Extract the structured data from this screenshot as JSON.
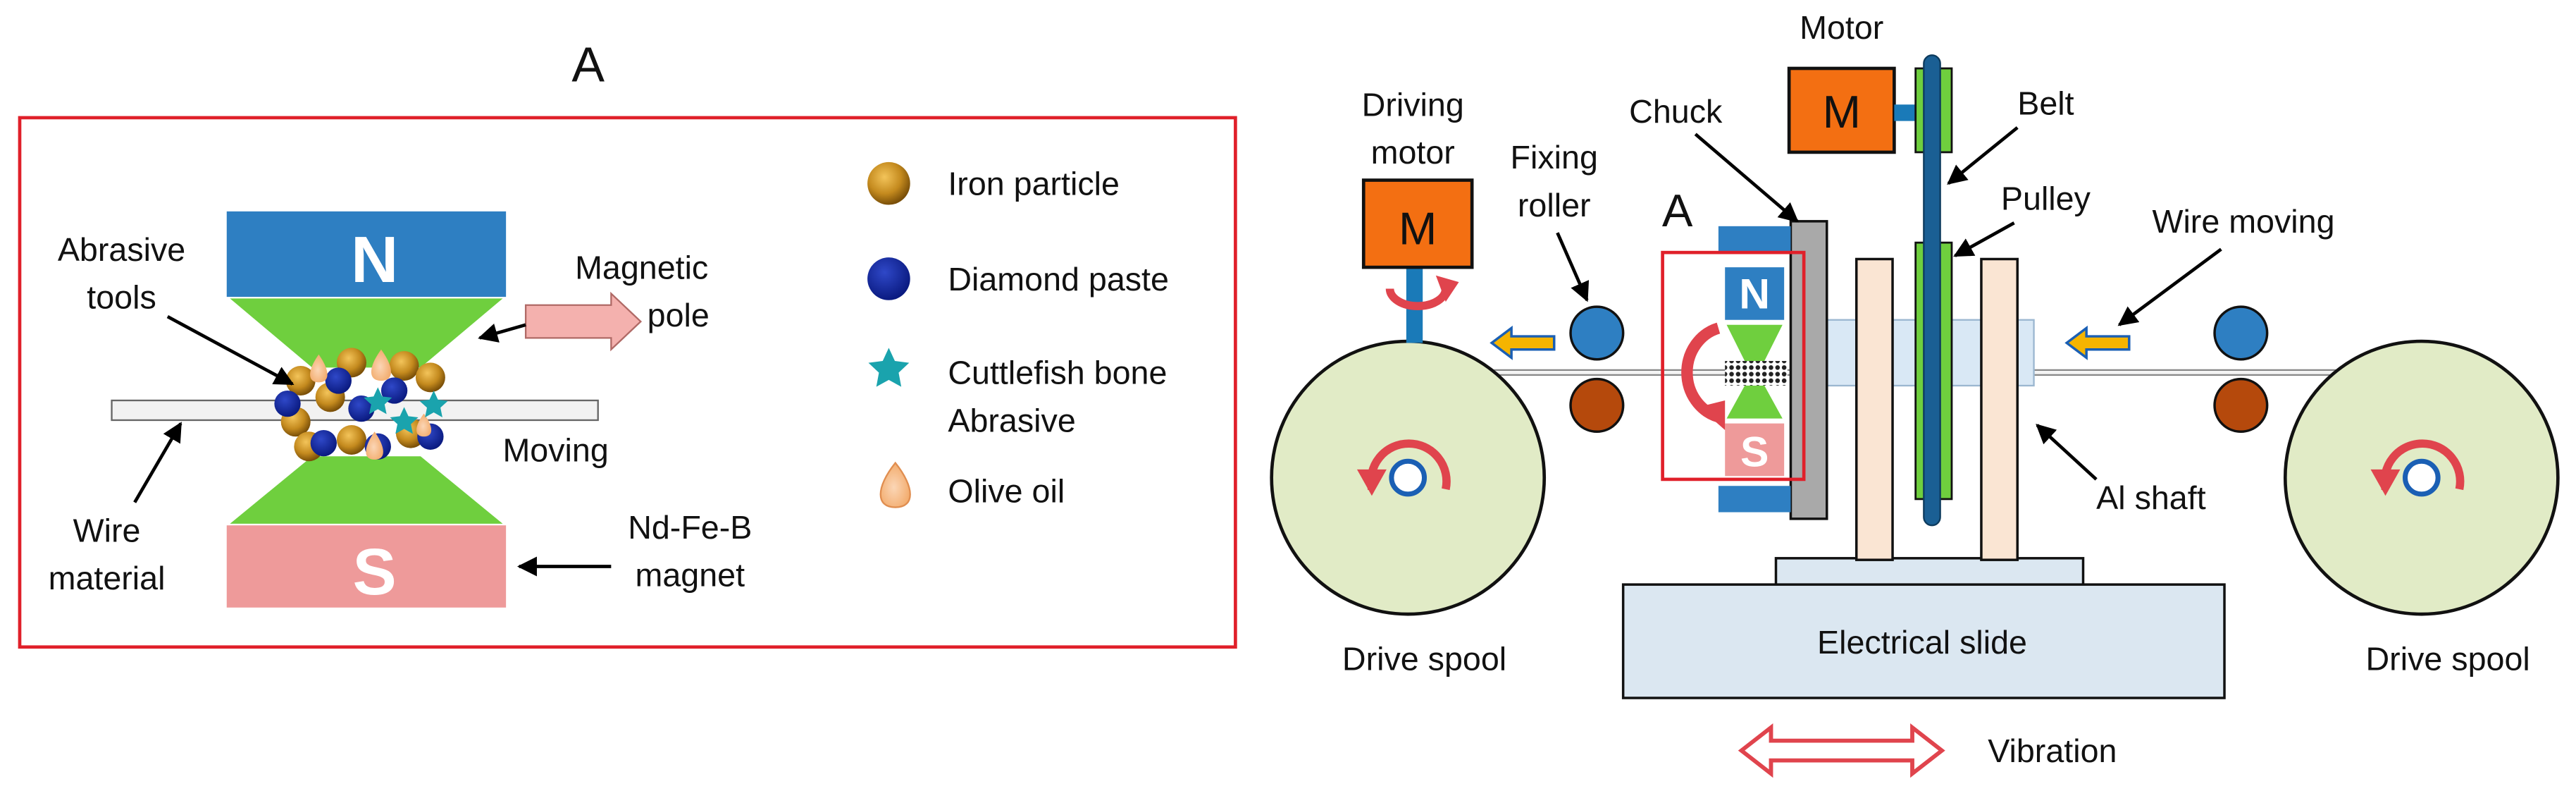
{
  "panel_a": {
    "title": "A",
    "north_pole": "N",
    "south_pole": "S",
    "abrasive_tools_line1": "Abrasive",
    "abrasive_tools_line2": "tools",
    "magnetic_pole_line1": "Magnetic",
    "magnetic_pole_line2": "pole",
    "moving": "Moving",
    "wire_material_line1": "Wire",
    "wire_material_line2": "material",
    "magnet_line1": "Nd-Fe-B",
    "magnet_line2": "magnet",
    "legend": {
      "iron_particle": "Iron particle",
      "diamond_paste": "Diamond paste",
      "cuttlefish_line1": "Cuttlefish bone",
      "cuttlefish_line2": "Abrasive",
      "olive_oil": "Olive oil"
    }
  },
  "setup": {
    "motor": "Motor",
    "motor_symbol": "M",
    "driving_motor_line1": "Driving",
    "driving_motor_line2": "motor",
    "driving_motor_symbol": "M",
    "fixing_roller_line1": "Fixing",
    "fixing_roller_line2": "roller",
    "chuck": "Chuck",
    "belt": "Belt",
    "pulley": "Pulley",
    "wire_moving": "Wire moving",
    "a_marker": "A",
    "north_pole": "N",
    "south_pole": "S",
    "al_shaft": "Al shaft",
    "drive_spool_left": "Drive spool",
    "drive_spool_right": "Drive spool",
    "electrical_slide": "Electrical slide",
    "vibration": "Vibration"
  },
  "colors": {
    "frame_red": "#e0202a",
    "north_blue": "#2e7fc2",
    "south_pink": "#ee9a9a",
    "green": "#6fcf3e",
    "motor_orange": "#f36f12",
    "spool_green": "#e1ebc6",
    "slide_blue": "#dbe7f1",
    "shaft_blue": "#d9e8f5",
    "pillar_beige": "#fae5d3",
    "roller_blue": "#2e7fc2",
    "roller_brown": "#b5490c",
    "rotation_red": "#e0444d",
    "direction_arrow_yellow": "#f5b400"
  }
}
